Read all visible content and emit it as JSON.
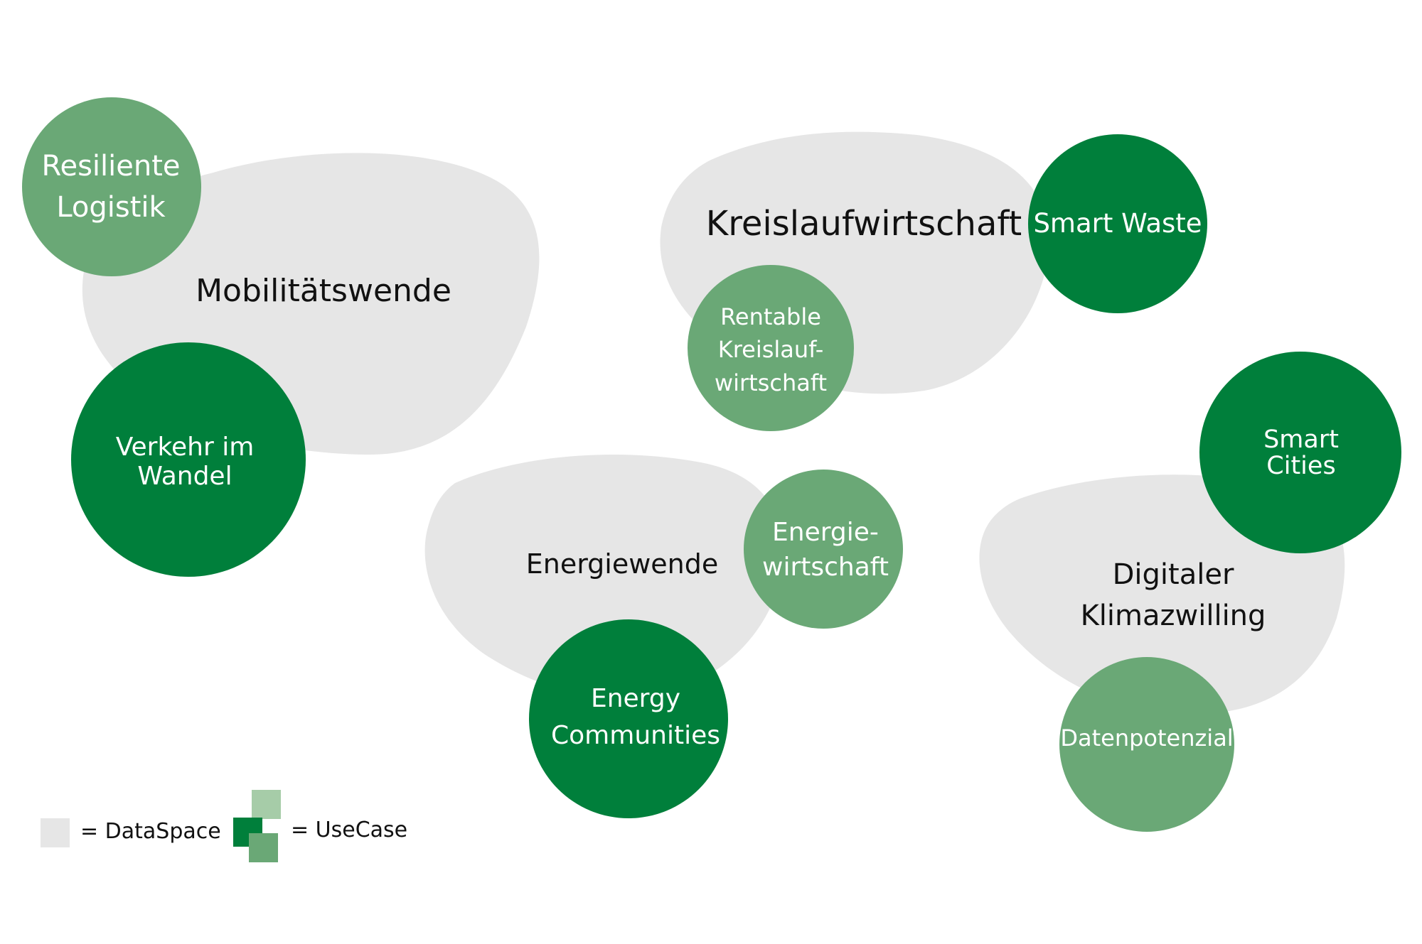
{
  "colors": {
    "dataspace": "#e6e6e6",
    "usecase_dark": "#007f3b",
    "usecase_light": "#6aa876",
    "usecase_pale": "#a6cca8",
    "text_dark": "#111111",
    "text_light": "#ffffff"
  },
  "dataspaces": [
    {
      "id": "mobilitaetswende",
      "label": "Mobilitätswende"
    },
    {
      "id": "kreislaufwirtschaft",
      "label": "Kreislaufwirtschaft"
    },
    {
      "id": "energiewende",
      "label": "Energiewende"
    },
    {
      "id": "digitaler-klimazwilling",
      "label": "Digitaler\nKlimazwilling"
    }
  ],
  "usecases": [
    {
      "id": "resiliente-logistik",
      "label": "Resiliente\nLogistik",
      "tone": "light"
    },
    {
      "id": "verkehr-im-wandel",
      "label": "Verkehr im\nWandel",
      "tone": "dark"
    },
    {
      "id": "smart-waste",
      "label": "Smart Waste",
      "tone": "dark"
    },
    {
      "id": "rentable-kreislaufwirtschaft",
      "label": "Rentable\nKreislauf-\nwirtschaft",
      "tone": "light"
    },
    {
      "id": "energiewirtschaft",
      "label": "Energie-\nwirtschaft",
      "tone": "light"
    },
    {
      "id": "energy-communities",
      "label": "Energy\nCommunities",
      "tone": "dark"
    },
    {
      "id": "smart-cities",
      "label": "Smart\nCities",
      "tone": "dark"
    },
    {
      "id": "datenpotenzial",
      "label": "Datenpotenzial",
      "tone": "light"
    }
  ],
  "legend": {
    "dataspace_label": "= DataSpace",
    "usecase_label": "= UseCase"
  }
}
